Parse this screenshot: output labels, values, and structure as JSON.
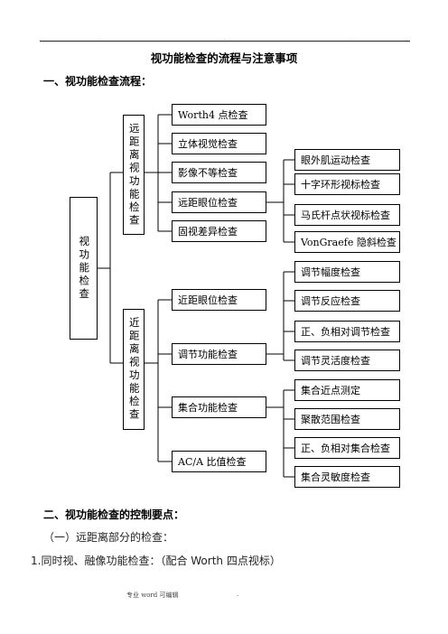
{
  "header": {
    "marks": [
      "..",
      "...",
      ".."
    ]
  },
  "title": "视功能检查的流程与注意事项",
  "section1": "一、视功能检查流程：",
  "diagram": {
    "root": "视功能检查",
    "far": {
      "label": "远距离视功能检查",
      "items": [
        "Worth4 点检查",
        "立体视觉检查",
        "影像不等检查",
        "远距眼位检查",
        "固视差异检查"
      ],
      "eye_position_items": [
        "眼外肌运动检查",
        "十字环形视标检查",
        "马氏杆点状视标检查",
        "VonGraefe 隐斜检查"
      ]
    },
    "near": {
      "label": "近距离视功能检查",
      "items": [
        "近距眼位检查",
        "调节功能检查",
        "集合功能检查",
        "AC/A 比值检查"
      ],
      "accommodation_items": [
        "调节幅度检查",
        "调节反应检查",
        "正、负相对调节检查",
        "调节灵活度检查"
      ],
      "convergence_items": [
        "集合近点测定",
        "聚散范围检查",
        "正、负相对集合检查",
        "集合灵敏度检查"
      ]
    }
  },
  "section2": "二、视功能检查的控制要点：",
  "sub1": "（一）远距离部分的检查：",
  "item1": "1.同时视、融像功能检查：（配合 Worth 四点视标）",
  "footer": {
    "left": "专业 word 可编辑",
    "right": "."
  }
}
